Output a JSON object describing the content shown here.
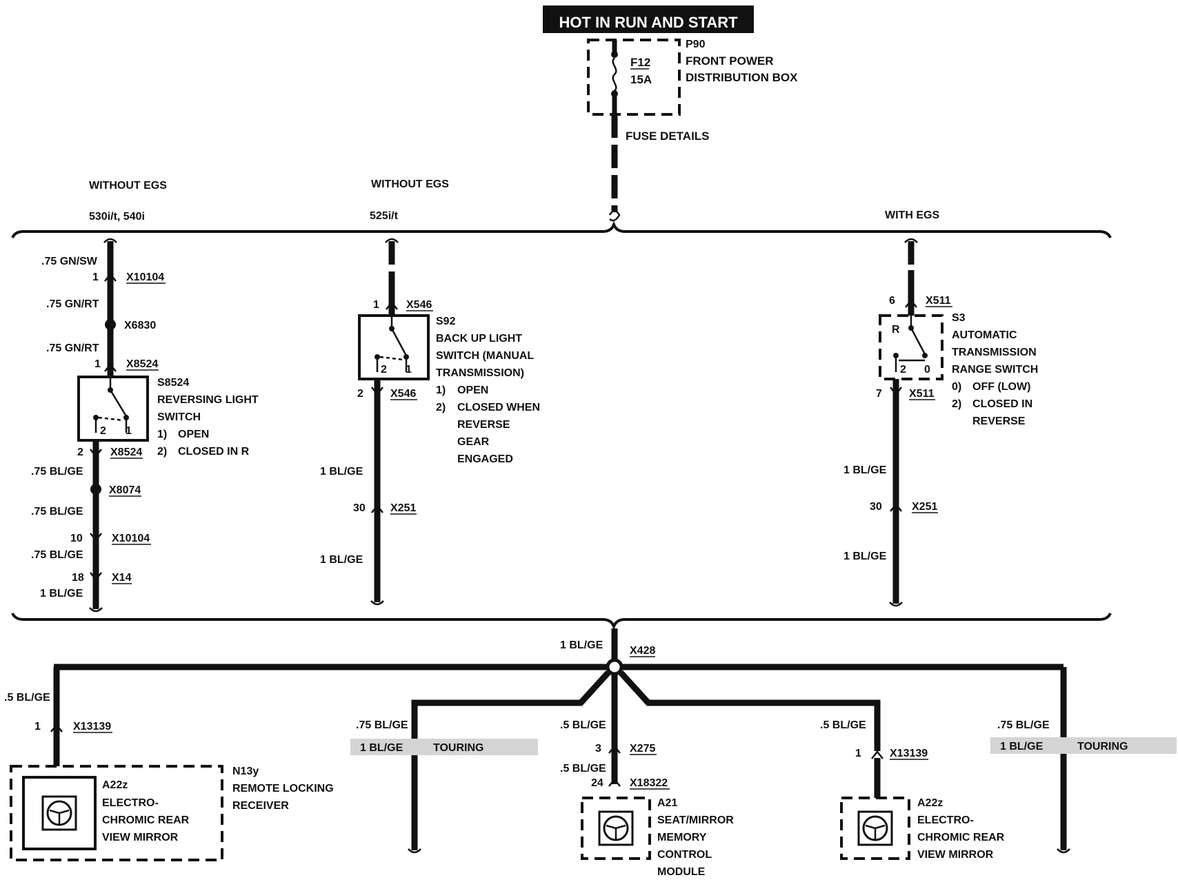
{
  "banner": "HOT IN RUN AND START",
  "fuse_box": {
    "fuse": "F12",
    "rating": "15A",
    "id": "P90",
    "name_line1": "FRONT POWER",
    "name_line2": "DISTRIBUTION BOX",
    "details": "FUSE DETAILS"
  },
  "variants": {
    "left_line1": "WITHOUT EGS",
    "left_line2": "530i/t, 540i",
    "middle_line1": "WITHOUT EGS",
    "middle_line2": "525i/t",
    "right_line1": "WITH EGS"
  },
  "left_branch": {
    "wire1": ".75 GN/SW",
    "pin1": "1",
    "conn1": "X10104",
    "wire2": ".75 GN/RT",
    "splice1": "X6830",
    "wire3": ".75 GN/RT",
    "pin2": "1",
    "conn2": "X8524",
    "switch_id": "S8524",
    "switch_line1": "REVERSING LIGHT",
    "switch_line2": "SWITCH",
    "state1_num": "1)",
    "state1": "OPEN",
    "state2_num": "2)",
    "state2": "CLOSED IN R",
    "sw_pin_a": "2",
    "sw_pin_b": "1",
    "pin3": "2",
    "conn3": "X8524",
    "wire4": ".75 BL/GE",
    "splice2": "X8074",
    "wire5": ".75 BL/GE",
    "pin4": "10",
    "conn4": "X10104",
    "wire6": ".75 BL/GE",
    "pin5": "18",
    "conn5": "X14",
    "wire7": "1 BL/GE"
  },
  "middle_branch": {
    "pin1": "1",
    "conn1": "X546",
    "switch_id": "S92",
    "switch_line1": "BACK UP LIGHT",
    "switch_line2": "SWITCH (MANUAL",
    "switch_line3": "TRANSMISSION)",
    "state1_num": "1)",
    "state1": "OPEN",
    "state2_num": "2)",
    "state2_line1": "CLOSED WHEN",
    "state2_line2": "REVERSE",
    "state2_line3": "GEAR",
    "state2_line4": "ENGAGED",
    "sw_pin_a": "2",
    "sw_pin_b": "1",
    "pin2": "2",
    "conn2": "X546",
    "wire1": "1 BL/GE",
    "pin3": "30",
    "conn3": "X251",
    "wire2": "1 BL/GE"
  },
  "right_branch": {
    "pin1": "6",
    "conn1": "X511",
    "switch_id": "S3",
    "switch_line1": "AUTOMATIC",
    "switch_line2": "TRANSMISSION",
    "switch_line3": "RANGE SWITCH",
    "state1_num": "0)",
    "state1": "OFF (LOW)",
    "state2_num": "2)",
    "state2_line1": "CLOSED IN",
    "state2_line2": "REVERSE",
    "sw_r": "R",
    "sw_pin_a": "2",
    "sw_pin_b": "0",
    "pin2": "7",
    "conn2": "X511",
    "wire1": "1 BL/GE",
    "pin3": "30",
    "conn3": "X251",
    "wire2": "1 BL/GE"
  },
  "bottom": {
    "main_wire": "1 BL/GE",
    "main_conn": "X428",
    "far_left_wire": ".5 BL/GE",
    "far_left_pin": "1",
    "far_left_conn": "X13139",
    "left_module_id": "A22z",
    "left_module_line1": "ELECTRO-",
    "left_module_line2": "CHROMIC REAR",
    "left_module_line3": "VIEW MIRROR",
    "left_group_id": "N13y",
    "left_group_line1": "REMOTE LOCKING",
    "left_group_line2": "RECEIVER",
    "touring_left_wire1": ".75 BL/GE",
    "touring_left_wire2": "1 BL/GE",
    "touring_left_label": "TOURING",
    "center_wire1": ".5 BL/GE",
    "center_pin1": "3",
    "center_conn1": "X275",
    "center_wire2": ".5 BL/GE",
    "center_pin2": "24",
    "center_conn2": "X18322",
    "center_module_id": "A21",
    "center_module_line1": "SEAT/MIRROR",
    "center_module_line2": "MEMORY",
    "center_module_line3": "CONTROL",
    "center_module_line4": "MODULE",
    "right_wire": ".5 BL/GE",
    "right_pin": "1",
    "right_conn": "X13139",
    "right_module_id": "A22z",
    "right_module_line1": "ELECTRO-",
    "right_module_line2": "CHROMIC REAR",
    "right_module_line3": "VIEW MIRROR",
    "touring_right_wire1": ".75 BL/GE",
    "touring_right_wire2": "1 BL/GE",
    "touring_right_label": "TOURING"
  }
}
